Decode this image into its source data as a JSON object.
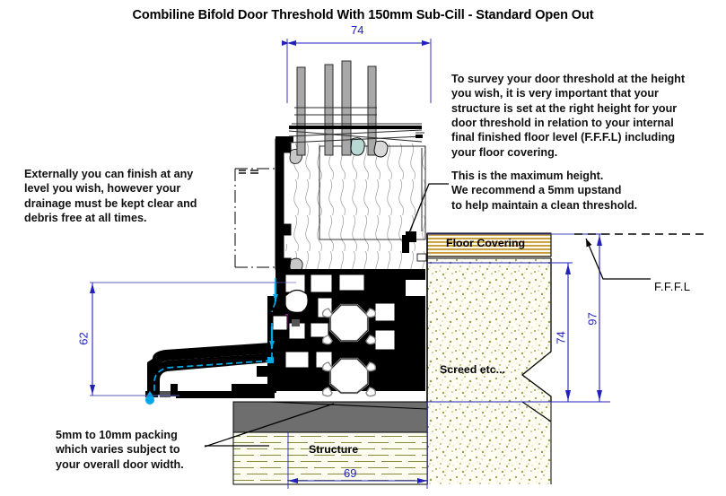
{
  "title": "Combiline Bifold Door Threshold With 150mm Sub-Cill - Standard Open Out",
  "notes": {
    "right_primary": "To survey your door threshold at the height\nyou wish, it is very important that your\nstructure is set at the right height for your\ndoor threshold in relation to your internal\nfinal finished floor level (F.F.F.L) including\nyour floor covering.",
    "right_secondary": "This is the maximum height.\nWe recommend a 5mm upstand\n to help maintain a clean threshold.",
    "left_external": "Externally you can finish at any\nlevel you wish, however your\ndrainage must be kept clear and\ndebris free at all times.",
    "left_packing": "5mm to 10mm packing\nwhich varies subject to\nyour overall door width."
  },
  "dimensions": {
    "top_width": "74",
    "left_height": "62",
    "right_inner_height": "74",
    "right_outer_height": "97",
    "bottom_width": "69"
  },
  "labels": {
    "floor_covering": "Floor Covering",
    "screed": "Screed etc...",
    "structure": "Structure",
    "fffl": "F.F.F.L"
  },
  "colors": {
    "dimension_blue": "#2222bb",
    "drainage_cyan": "#00a8e8",
    "floor_covering_amber": "#b8860b",
    "screed_olive": "#8a8f2a",
    "packing_gray": "#6e6e6e",
    "profile_black": "#000000",
    "panel_gray": "#a8a8a8",
    "structure_olive": "#8a8a3a"
  }
}
